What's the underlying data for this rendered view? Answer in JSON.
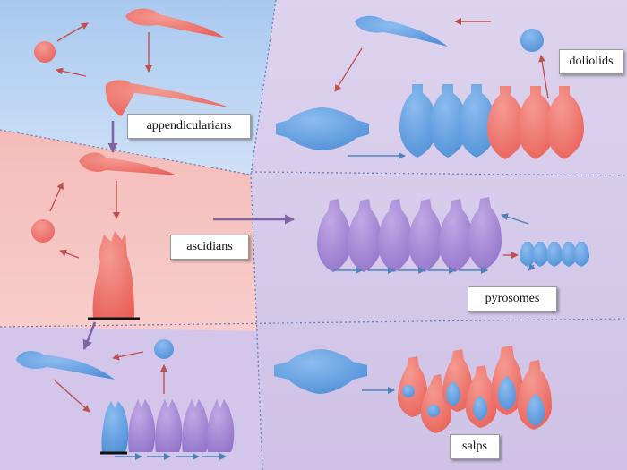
{
  "labels": {
    "appendicularians": "appendicularians",
    "doliolids": "doliolids",
    "ascidians": "ascidians",
    "pyrosomes": "pyrosomes",
    "salps": "salps"
  },
  "colors": {
    "panel_appendicularians": "#bcd4f2",
    "panel_ascidians": "#f6c9c7",
    "panel_thaliaceans": "#d8cdea",
    "red_shape": "#ee7a72",
    "blue_shape": "#5f9fe0",
    "purple_shape": "#a889d6",
    "red_arrow": "#c0504d",
    "blue_arrow": "#4f81bd",
    "purple_arrow": "#8064a2",
    "divider": "#6c7fb5"
  }
}
